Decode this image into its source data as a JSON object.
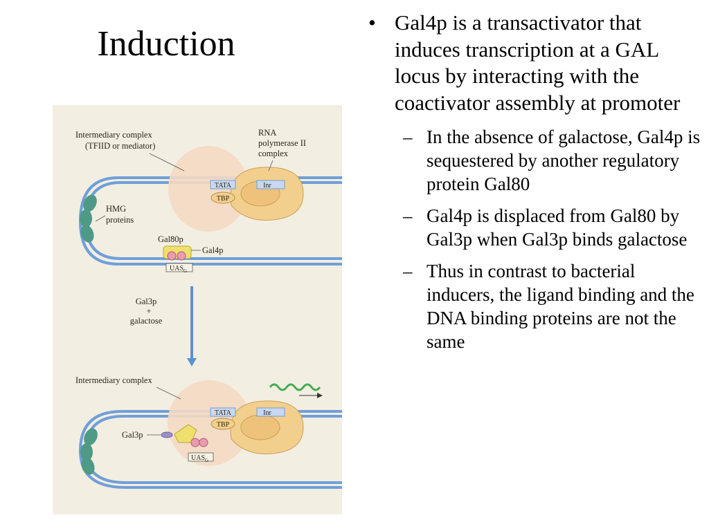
{
  "slide": {
    "title": "Induction",
    "bullet": {
      "marker": "•",
      "text": "Gal4p is a transactivator that induces transcription at a GAL locus by interacting with the coactivator assembly at promoter"
    },
    "sub_bullets": [
      {
        "marker": "–",
        "text": "In the absence of galactose, Gal4p is sequestered by another regulatory protein Gal80"
      },
      {
        "marker": "–",
        "text": "Gal4p is displaced from Gal80 by Gal3p when Gal3p binds galactose"
      },
      {
        "marker": "–",
        "text": "Thus in contrast to bacterial inducers, the ligand binding and the DNA binding proteins are not the same"
      }
    ]
  },
  "figure": {
    "colors": {
      "paper": "#f3eee2",
      "dna": "#6f9fd8",
      "complex": "#f4d9c4",
      "polymerase": "#f2cf8c",
      "hmg": "#4f9a86",
      "gal4p": "#e99bb0",
      "gal80p": "#efe06e",
      "arrow": "#5b91d6",
      "mrna": "#3fae4f"
    },
    "top": {
      "intermediary_label_1": "Intermediary complex",
      "intermediary_label_2": "(TFIID or mediator)",
      "rna_pol_label_1": "RNA",
      "rna_pol_label_2": "polymerase II",
      "rna_pol_label_3": "complex",
      "tata": "TATA",
      "inr": "Inr",
      "tbp": "TBP",
      "hmg_1": "HMG",
      "hmg_2": "proteins",
      "gal80p": "Gal80p",
      "gal4p": "Gal4p",
      "uas": "UAS",
      "uas_sub": "G"
    },
    "middle": {
      "gal3p": "Gal3p",
      "plus": "+",
      "galactose": "galactose"
    },
    "bottom": {
      "intermediary_label": "Intermediary complex",
      "tata": "TATA",
      "inr": "Inr",
      "tbp": "TBP",
      "gal3p": "Gal3p",
      "uas": "UAS",
      "uas_sub": "G"
    }
  }
}
